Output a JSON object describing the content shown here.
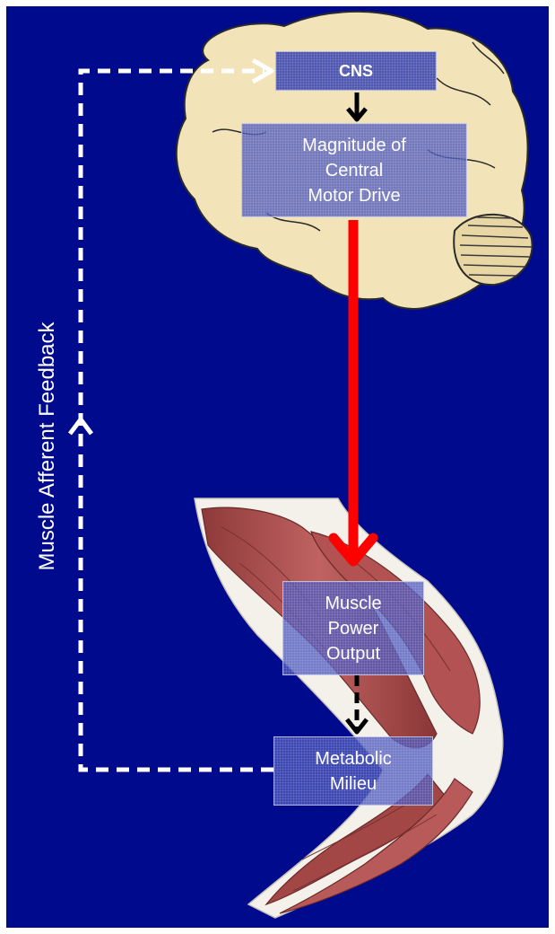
{
  "diagram": {
    "nodes": {
      "cns": "CNS",
      "central_drive": "Magnitude of\nCentral\nMotor Drive",
      "power_output": "Muscle\nPower\nOutput",
      "metabolic": "Metabolic\nMilieu"
    },
    "feedback_label": "Muscle Afferent Feedback",
    "colors": {
      "background": "#000a8c",
      "efferent_arrow": "#ff0000",
      "feedback_arrow": "#ffffff",
      "internal_arrow": "#000000",
      "brain": "#f2e4b8",
      "muscle": "#a84848"
    },
    "illustrations": [
      "brain-illustration",
      "arm-muscle-illustration"
    ]
  }
}
